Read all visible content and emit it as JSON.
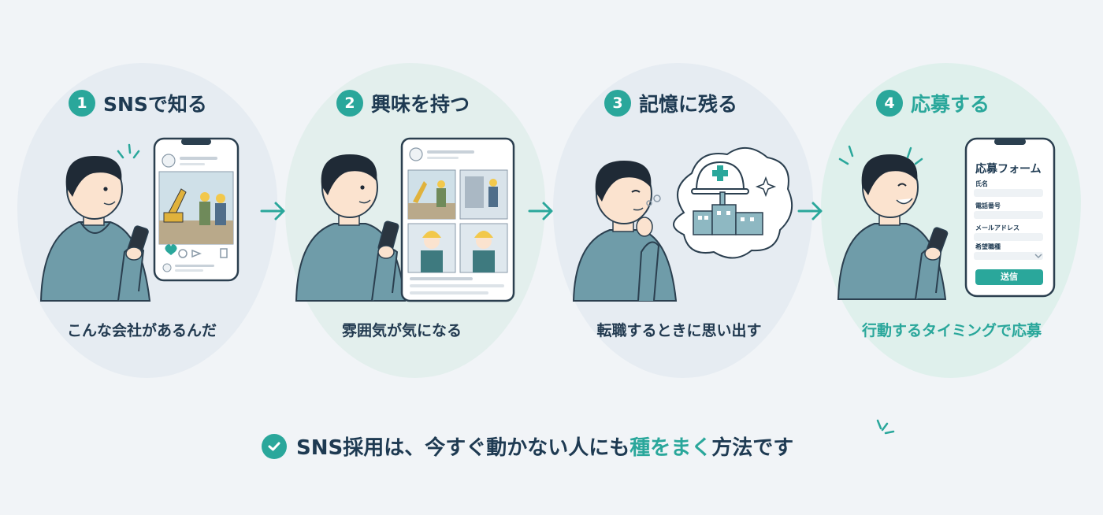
{
  "steps": [
    {
      "number": "1",
      "title": "SNSで知る",
      "caption": "こんな会社があるんだ"
    },
    {
      "number": "2",
      "title": "興味を持つ",
      "caption": "雰囲気が気になる"
    },
    {
      "number": "3",
      "title": "記憶に残る",
      "caption": "転職するときに思い出す"
    },
    {
      "number": "4",
      "title": "応募する",
      "caption": "行動するタイミングで応募"
    }
  ],
  "form": {
    "title": "応募フォーム",
    "fields": [
      "氏名",
      "電話番号",
      "メールアドレス",
      "希望職種"
    ],
    "submit": "送信"
  },
  "bottom": {
    "text_before": "SNS採用は、今すぐ動かない人にも",
    "highlight": "種をまく",
    "text_after": "方法です"
  },
  "colors": {
    "accent": "#2aa79b",
    "navy": "#1e3a52",
    "hoodie": "#6f9ca9",
    "hair": "#1f2a36"
  },
  "icons": [
    "arrow-right-icon",
    "check-icon",
    "helmet-icon",
    "factory-icon",
    "sparkle-icon",
    "heart-icon",
    "comment-icon",
    "send-icon",
    "bookmark-icon"
  ]
}
